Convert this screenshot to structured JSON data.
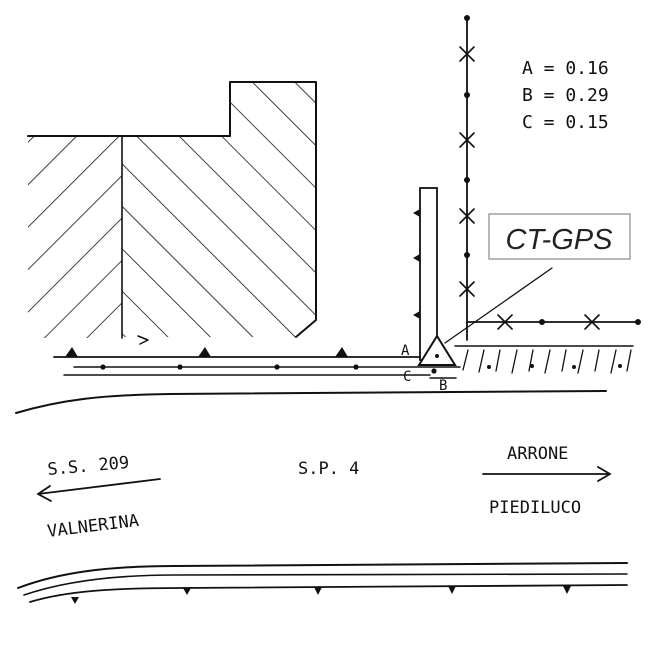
{
  "measurements": [
    {
      "label": "A",
      "value": "0.16",
      "text": "A = 0.16"
    },
    {
      "label": "B",
      "value": "0.29",
      "text": "B = 0.29"
    },
    {
      "label": "C",
      "value": "0.15",
      "text": "C = 0.15"
    }
  ],
  "station": {
    "name": "CT-GPS"
  },
  "point_labels": {
    "a": "A",
    "b": "B",
    "c": "C"
  },
  "roads": {
    "ss209": "S.S. 209",
    "sp4": "S.P. 4",
    "arrone": "ARRONE",
    "valnerina": "VALNERINA",
    "piediluco": "PIEDILUCO"
  },
  "colors": {
    "ink": "#111111",
    "box_border": "#888888"
  }
}
